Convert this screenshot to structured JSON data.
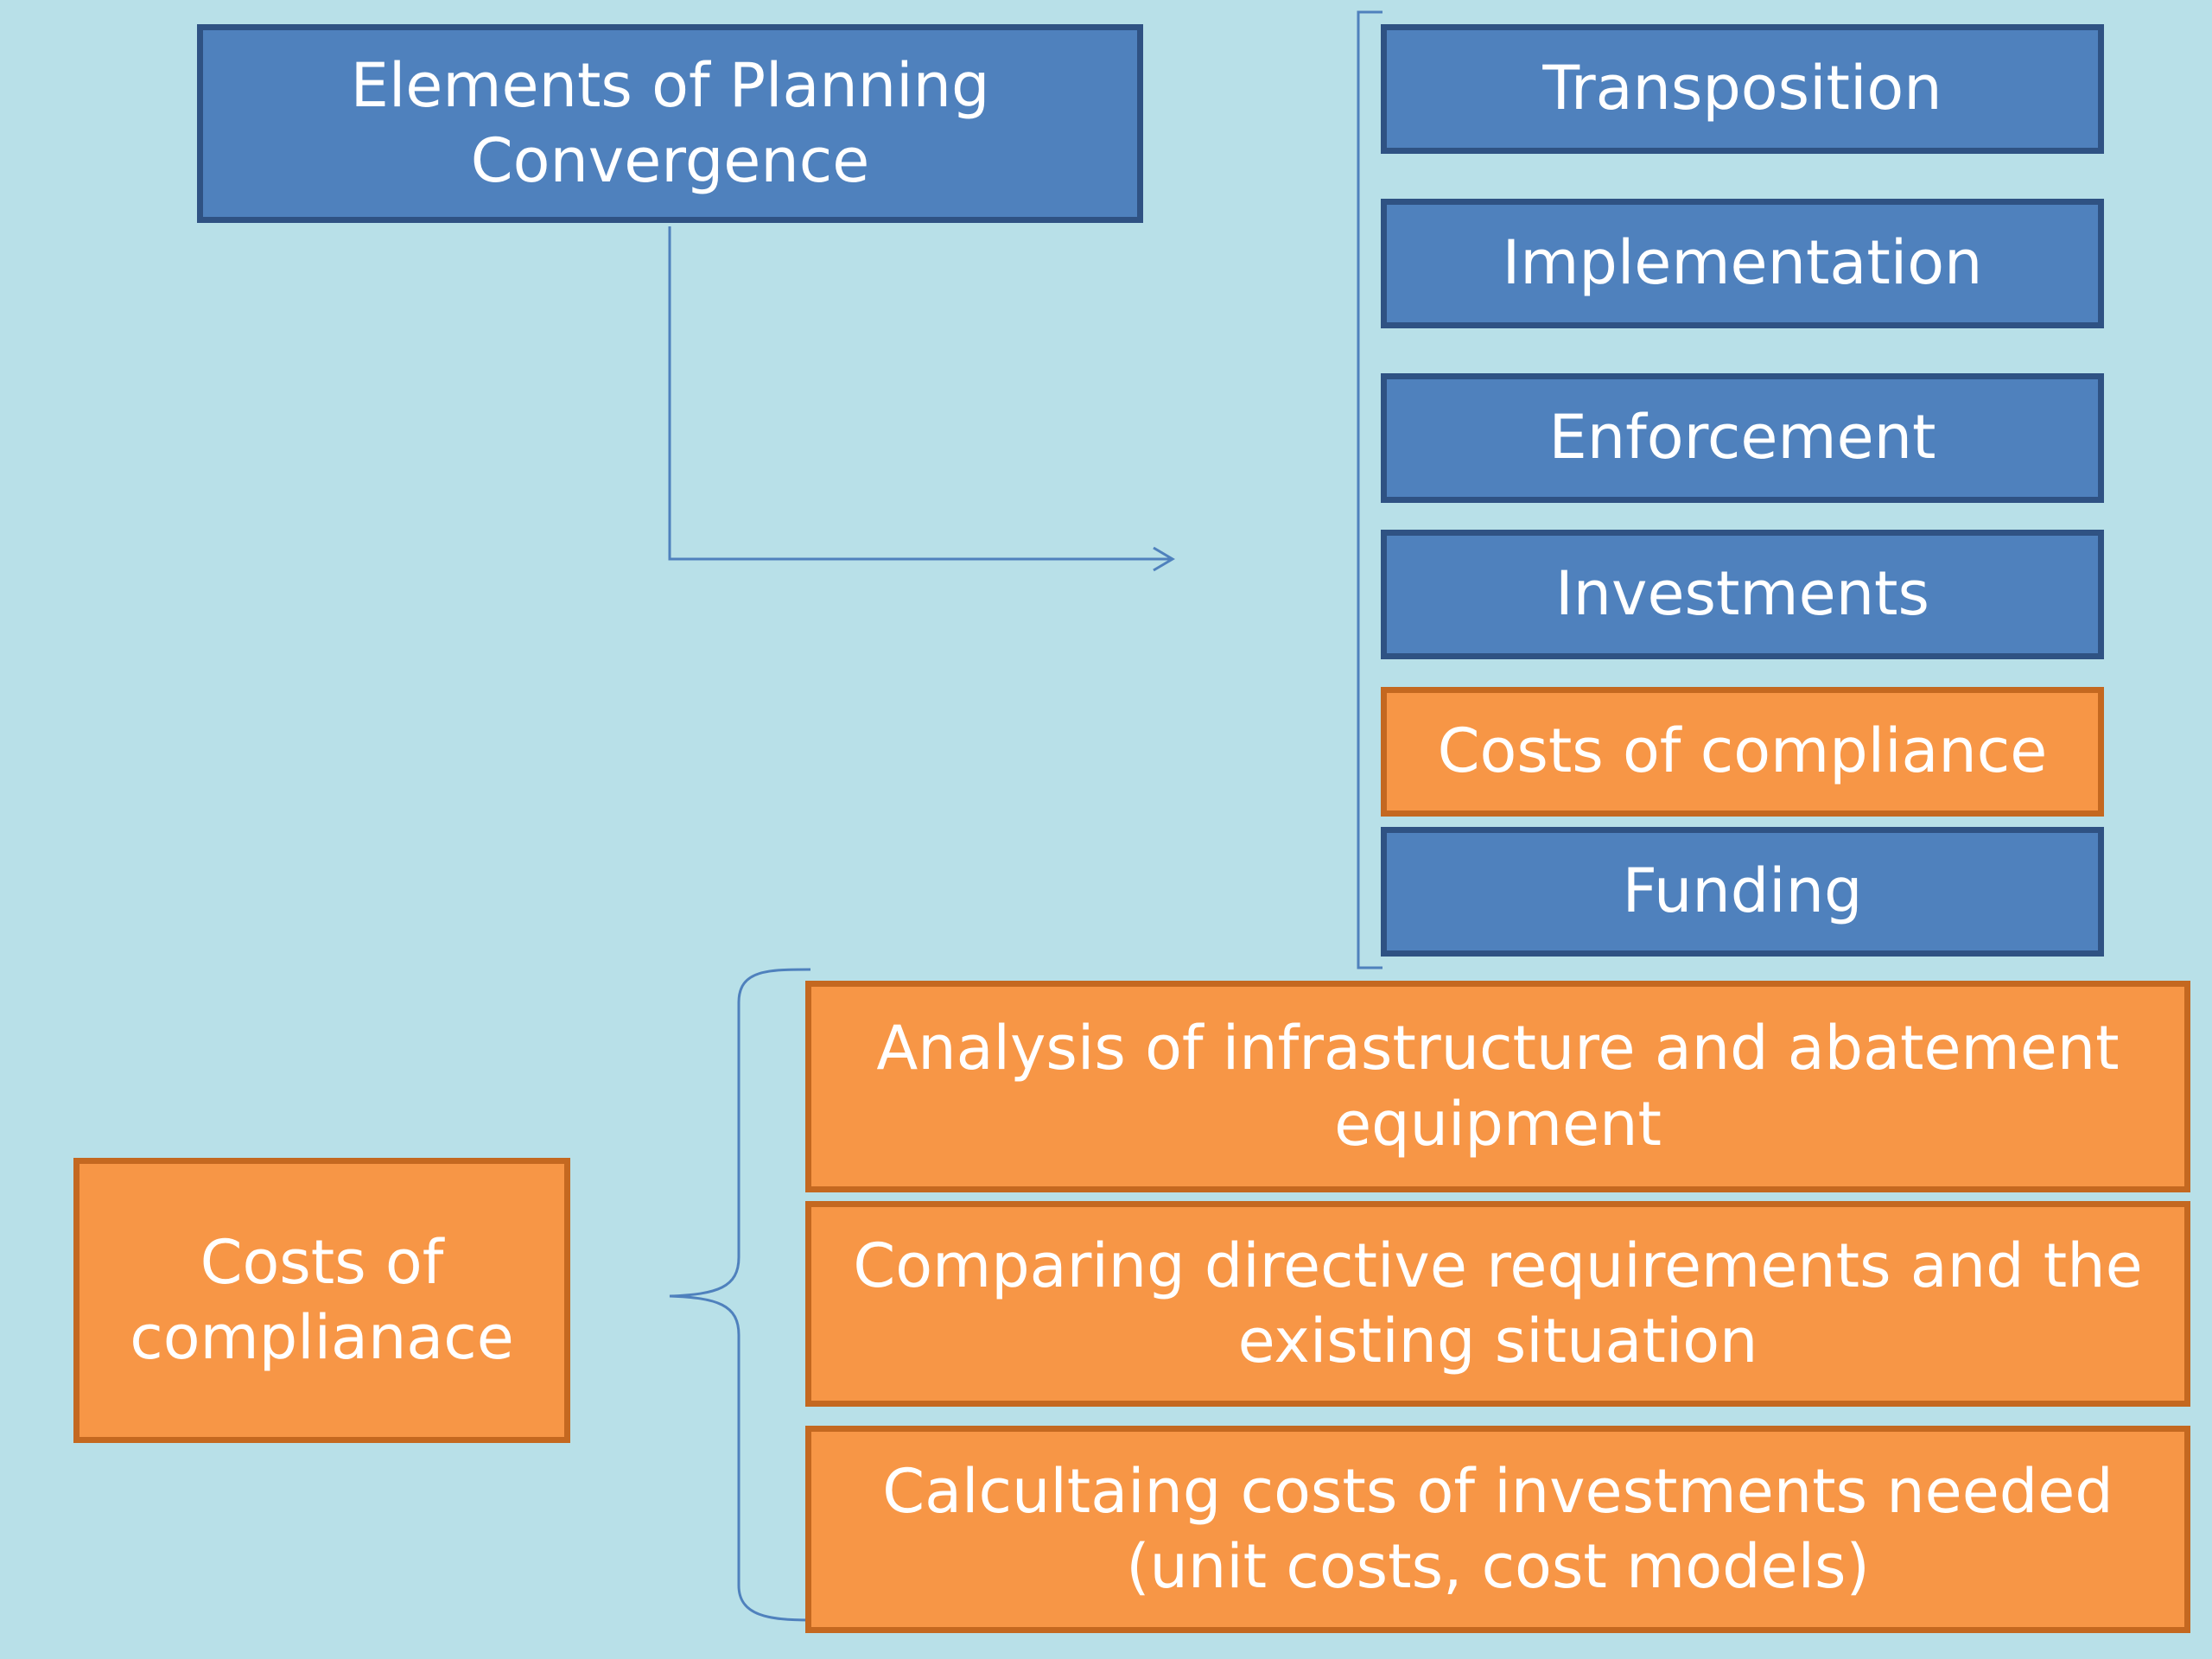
{
  "main": {
    "title": "Elements of Planning Convergence"
  },
  "elements": [
    {
      "label": "Transposition",
      "color": "#4f81bd"
    },
    {
      "label": "Implementation",
      "color": "#4f81bd"
    },
    {
      "label": "Enforcement",
      "color": "#4f81bd"
    },
    {
      "label": "Investments",
      "color": "#4f81bd"
    },
    {
      "label": "Costs of compliance",
      "color": "#f79646"
    },
    {
      "label": "Funding",
      "color": "#4f81bd"
    }
  ],
  "costs": {
    "title": "Costs of complianace",
    "items": [
      {
        "label": "Analysis of infrastructure and abatement equipment"
      },
      {
        "label": "Comparing directive requirements and the existing situation"
      },
      {
        "label": "Calcultaing costs of investments needed (unit costs, cost models)"
      }
    ]
  },
  "colors": {
    "background": "#b8e0e8",
    "blue": "#4f81bd",
    "orange": "#f79646",
    "connector": "#4f81bd"
  }
}
